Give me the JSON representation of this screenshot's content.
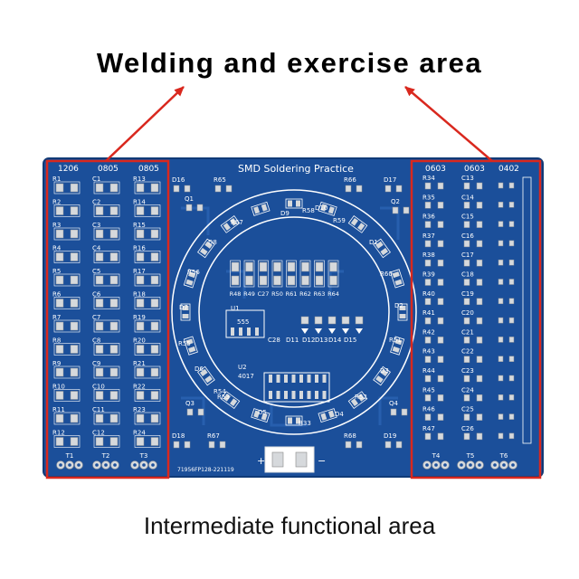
{
  "captions": {
    "top": "Welding and exercise area",
    "bottom": "Intermediate functional area"
  },
  "board": {
    "title": "SMD Soldering Practice",
    "serial": "71956FP128-221119",
    "plus": "+",
    "minus": "−"
  },
  "left_area": {
    "sizes": [
      "1206",
      "0805",
      "0805"
    ],
    "columns": [
      [
        "R1",
        "R2",
        "R3",
        "R4",
        "R5",
        "R6",
        "R7",
        "R8",
        "R9",
        "R10",
        "R11",
        "R12"
      ],
      [
        "C1",
        "C2",
        "C3",
        "C4",
        "C5",
        "C6",
        "C7",
        "C8",
        "C9",
        "C10",
        "C11",
        "C12"
      ],
      [
        "R13",
        "R14",
        "R15",
        "R16",
        "R17",
        "R18",
        "R19",
        "R20",
        "R21",
        "R22",
        "R23",
        "R24"
      ]
    ],
    "bottom_labels": [
      "T1",
      "T2",
      "T3"
    ]
  },
  "right_area": {
    "sizes": [
      "0603",
      "0603",
      "0402"
    ],
    "columns": [
      [
        "R34",
        "R35",
        "R36",
        "R37",
        "R38",
        "R39",
        "R40",
        "R41",
        "R42",
        "R43",
        "R44",
        "R45",
        "R46",
        "R47"
      ],
      [
        "C13",
        "C14",
        "C15",
        "C16",
        "C17",
        "C18",
        "C19",
        "C20",
        "C21",
        "C22",
        "C23",
        "C24",
        "C25",
        "C26"
      ]
    ],
    "bottom_labels": [
      "T4",
      "T5",
      "T6"
    ]
  },
  "middle_area": {
    "corner_labels": [
      "D16",
      "R65",
      "Q1",
      "R66",
      "D17",
      "Q2",
      "Q3",
      "Q4",
      "D18",
      "R67",
      "R68",
      "D19"
    ],
    "ring_labels": [
      "R56",
      "R55",
      "R53",
      "R52",
      "R51",
      "R60",
      "R59",
      "R58",
      "R57",
      "D7",
      "D6",
      "D5",
      "D4",
      "D3",
      "D2",
      "D1",
      "D8",
      "D9",
      "D10",
      "R54",
      "R33"
    ],
    "resistor_row": [
      "R48",
      "R49",
      "C27",
      "R50",
      "R61",
      "R62",
      "R63",
      "R64"
    ],
    "chip_labels": [
      "U1",
      "555",
      "C28",
      "D11",
      "D12",
      "D13",
      "D14",
      "D15",
      "U2",
      "4017"
    ]
  },
  "colors": {
    "pcb_blue": "#1b4f9a",
    "pcb_dark": "#14407f",
    "pad": "#d6d9dc",
    "silk": "#ffffff",
    "highlight": "#d9281e"
  }
}
